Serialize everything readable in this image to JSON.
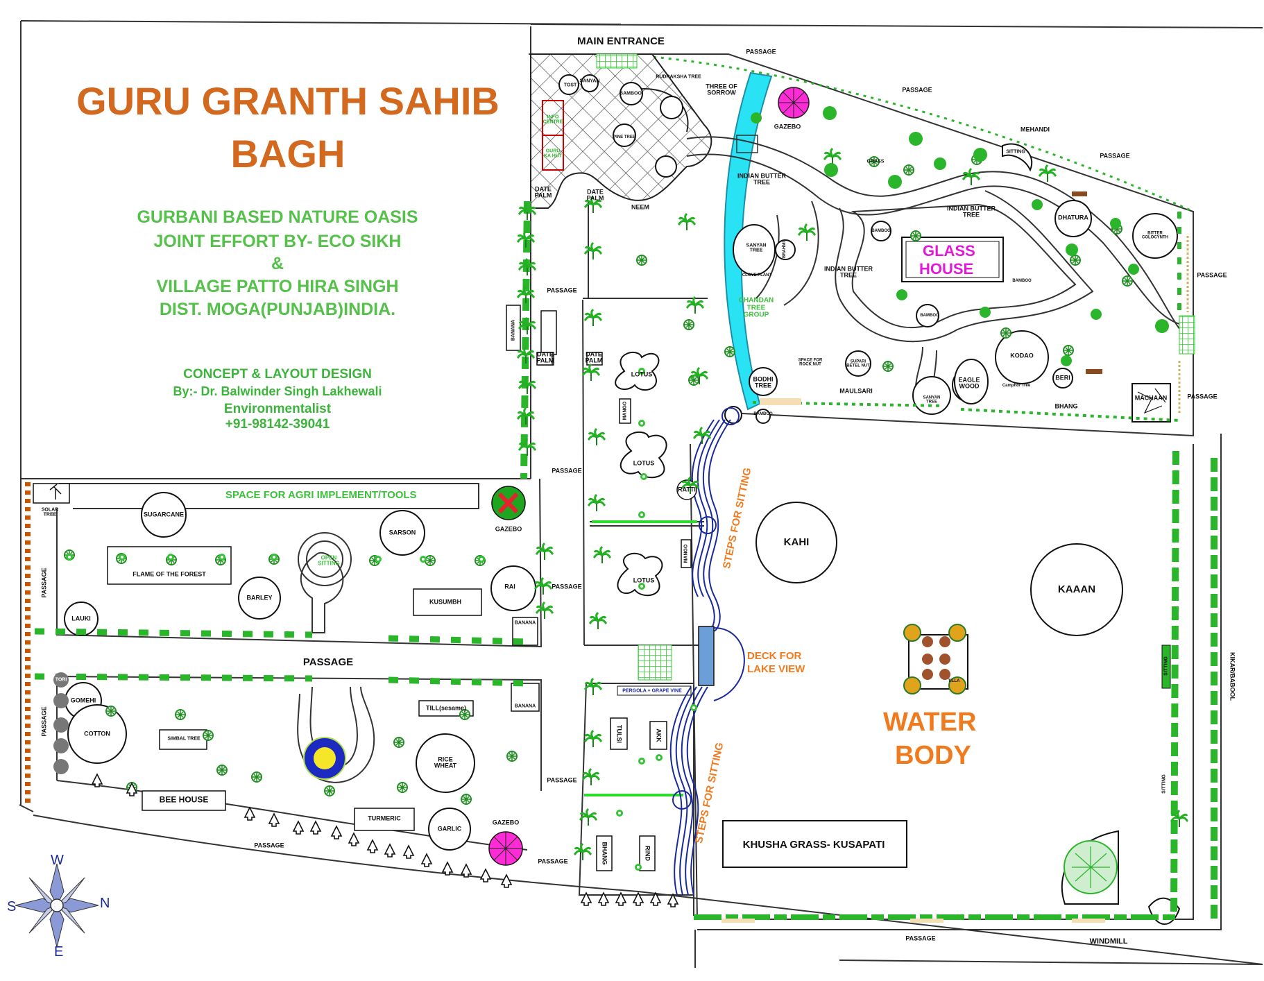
{
  "title": {
    "line1": "GURU GRANTH SAHIB",
    "line2": "BAGH"
  },
  "subtitle": [
    "GURBANI BASED NATURE OASIS",
    "JOINT EFFORT BY- ECO SIKH",
    "&",
    "VILLAGE PATTO HIRA SINGH",
    "DIST. MOGA(PUNJAB)INDIA."
  ],
  "credit": [
    "CONCEPT & LAYOUT DESIGN",
    "By:- Dr. Balwinder Singh Lakhewali",
    "Environmentalist",
    "+91-98142-39041"
  ],
  "compass": {
    "w": "W",
    "s": "S",
    "n": "N",
    "e": "E"
  },
  "colors": {
    "title": "#d2691e",
    "green_text": "#3cb43c",
    "water_channel": "#29e3f5",
    "steps": "#1a2a9a",
    "gazebo": "#ff2bd6",
    "hedge": "#2bb52b",
    "orange_label": "#f07a1e"
  },
  "labels": {
    "main_entrance": "MAIN ENTRANCE",
    "passage": "PASSAGE",
    "rudraksha_tree": "RUDRAKSHA TREE",
    "tree_of_sorrow": "THREE OF SORROW",
    "gazebo": "GAZEBO",
    "mehandi": "MEHANDI",
    "sitting": "SITTING",
    "grass": "GRASS",
    "tost": "TOST",
    "sanyan": "SANYAN",
    "bamboo": "BAMBOO",
    "date_palm": "DATE PALM",
    "neem": "NEEM",
    "indian_butter_tree": "INDIAN BUTTER TREE",
    "glass_house_1": "GLASS",
    "glass_house_2": "HOUSE",
    "dhatura": "DHATURA",
    "bitter_colocynth": "BITTER COLOCYNTH",
    "sanyan_tree": "SANYAN TREE",
    "clove_plant": "CLOVE PLANT",
    "chandan_tree_group": "CHANDAN TREE GROUP",
    "banana": "BANANA",
    "kodao": "KODAO",
    "space_for_rock": "SPACE FOR ROCK NUT",
    "supari": "SUPARI BETEL NUT",
    "maulsari": "MAULSARI",
    "bodhi_tree": "BODHI TREE",
    "eagle_wood": "EAGLE WOOD",
    "camphor_tree": "Camphor Tree",
    "beri": "BERI",
    "bhang": "BHANG",
    "machaan": "MACHAAN",
    "lotus": "LOTUS",
    "mango": "MANGO",
    "ratti": "RATTI",
    "steps_for_sitting": "STEPS FOR SITTING",
    "kahi": "KAHI",
    "kaaan": "KAAAN",
    "deck_1": "DECK FOR",
    "deck_2": "LAKE VIEW",
    "water_1": "WATER",
    "water_2": "BODY",
    "tilla": "TILLA",
    "khusha": "KHUSHA GRASS- KUSAPATI",
    "windmill": "WINDMILL",
    "kikar": "KIKAR/BABOOL",
    "pergola": "PERGOLA + GRAPE VINE",
    "tulsi": "TULSI",
    "akk": "AKK",
    "rind": "RIND",
    "space_agri": "SPACE FOR AGRI IMPLEMENT/TOOLS",
    "solar_tree": "SOLAR TREE",
    "sugarcane": "SUGARCANE",
    "sarson": "SARSON",
    "open_sitting": "OPEN SITTING",
    "flame": "FLAME OF THE FOREST",
    "barley": "BARLEY",
    "kusumbh": "KUSUMBH",
    "rai": "RAI",
    "lauki": "LAUKI",
    "tori": "TORI",
    "gomehi": "GOMEHI",
    "cotton": "COTTON",
    "simbal": "SIMBAL TREE",
    "till": "TILL(sesame)",
    "rice_wheat": "RICE WHEAT",
    "bee_house": "BEE HOUSE",
    "turmeric": "TURMERIC",
    "garlic": "GARLIC",
    "info_centre": "INFO CENTRE",
    "guru_hut": "GURU KA HUT",
    "brahmi": "BRAHMI",
    "pine_tree": "PINE TREE"
  }
}
